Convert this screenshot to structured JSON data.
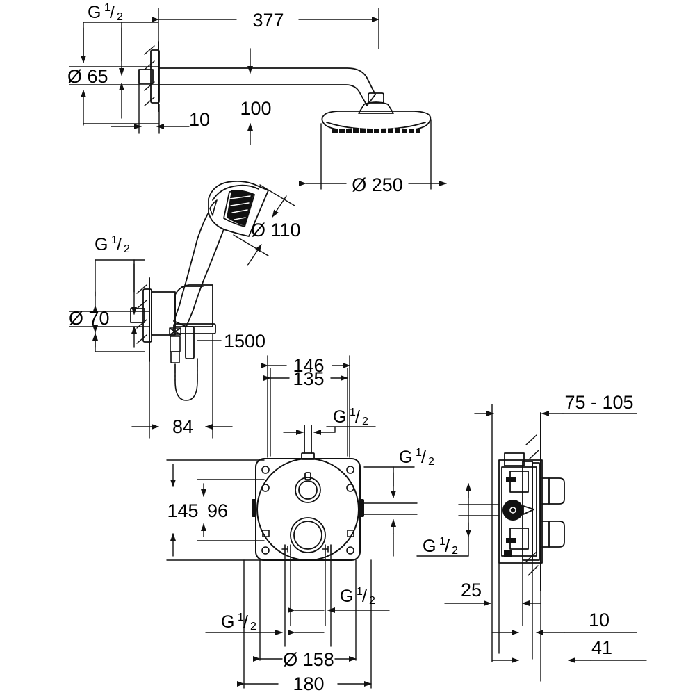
{
  "drawing": {
    "title": "GROHE concealed shower system technical dimension drawing",
    "type": "technical-line-drawing",
    "units": "mm",
    "line_color": "#1a1a1a",
    "background_color": "#ffffff"
  },
  "thread_label": "G",
  "thread_numerator": "1",
  "thread_denominator": "2",
  "diameter_symbol": "Ø",
  "views": {
    "head_shower": {
      "name": "head-shower-view",
      "dimensions": {
        "arm_length": "377",
        "wall_flange_diameter": "Ø 65",
        "flange_projection": "10",
        "arm_drop": "100",
        "head_diameter": "Ø 250",
        "inlet_thread": "G"
      }
    },
    "hand_shower": {
      "name": "hand-shower-view",
      "dimensions": {
        "spray_face_diameter": "Ø 110",
        "wall_outlet_diameter": "Ø 70",
        "hose_length": "1500",
        "projection": "84",
        "inlet_thread": "G"
      }
    },
    "valve_front": {
      "name": "concealed-valve-front-view",
      "dimensions": {
        "width_outer": "146",
        "width_inner": "135",
        "height_outer": "145",
        "height_inner": "96",
        "trim_diameter": "Ø 158",
        "trim_width": "180",
        "top_thread": "G",
        "right_thread": "G",
        "right_thread_2": "G",
        "bottom_left_thread": "G",
        "bottom_right_thread": "G"
      }
    },
    "valve_section": {
      "name": "concealed-valve-section-view",
      "dimensions": {
        "install_depth_range": "75 - 105",
        "box_depth": "25",
        "trim_projection": "10",
        "handle_projection": "41",
        "port_thread": "G"
      }
    }
  },
  "labels": {
    "d377": "377",
    "d65": "Ø 65",
    "d10": "10",
    "d100": "100",
    "d250": "Ø 250",
    "d110": "Ø 110",
    "d70": "Ø 70",
    "d1500": "1500",
    "d84": "84",
    "d146": "146",
    "d135": "135",
    "d145": "145",
    "d96": "96",
    "d158": "Ø 158",
    "d180": "180",
    "d75105": "75 - 105",
    "d25": "25",
    "d10b": "10",
    "d41": "41"
  }
}
